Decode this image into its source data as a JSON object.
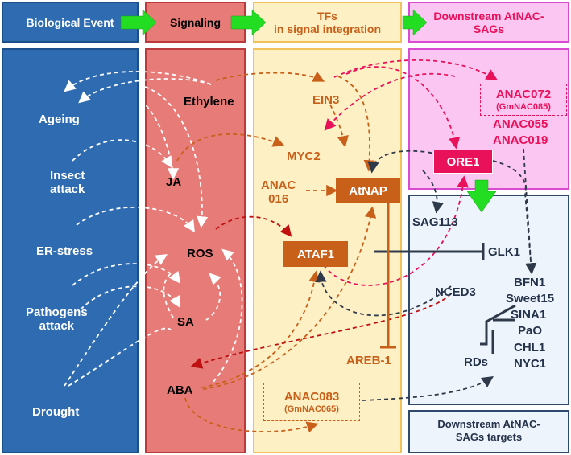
{
  "headers": {
    "biological_event": "Biological Event",
    "signaling": "Signaling",
    "tfs_line1": "TFs",
    "tfs_line2": "in signal integration",
    "downstream_line1": "Downstream AtNAC-",
    "downstream_line2": "SAGs"
  },
  "events": {
    "ageing": "Ageing",
    "insect_line1": "Insect",
    "insect_line2": "attack",
    "er_stress": "ER-stress",
    "pathogens_line1": "Pathogens",
    "pathogens_line2": "attack",
    "drought": "Drought"
  },
  "signals": {
    "ethylene": "Ethylene",
    "ja": "JA",
    "ros": "ROS",
    "sa": "SA",
    "aba": "ABA"
  },
  "tfs": {
    "ein3": "EIN3",
    "myc2": "MYC2",
    "anac016_line1": "ANAC",
    "anac016_line2": "016",
    "atnap": "AtNAP",
    "ataf1": "ATAF1",
    "areb1": "AREB-1",
    "anac083": "ANAC083",
    "anac083_alias": "(GmNAC065)"
  },
  "downstream": {
    "anac072": "ANAC072",
    "anac072_alias": "(GmNAC085)",
    "anac055": "ANAC055",
    "anac019": "ANAC019",
    "ore1": "ORE1"
  },
  "targets": {
    "sag113": "SAG113",
    "glk1": "GLK1",
    "nced3": "NCED3",
    "bfn1": "BFN1",
    "sweet15": "Sweet15",
    "sina1": "SINA1",
    "pao": "PaO",
    "chl1": "CHL1",
    "nyc1": "NYC1",
    "rds": "RDs",
    "footer_line1": "Downstream AtNAC-",
    "footer_line2": "SAGs targets"
  },
  "colors": {
    "event_blue": "#2e6bb0",
    "signal_red": "#e67b78",
    "tf_yellow": "#fdf0c4",
    "downstream_pink": "#fbc7f2",
    "target_lightblue": "#eef4fb",
    "orange_accent": "#c8601a",
    "pink_accent": "#e8115a",
    "arrow_green": "#22dd22"
  }
}
